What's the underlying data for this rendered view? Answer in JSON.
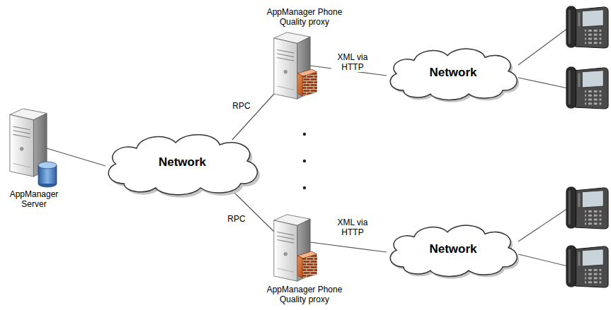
{
  "diagram": {
    "nodes": [
      {
        "text": [
          "AppManager Server"
        ]
      },
      {
        "text": [
          "Network"
        ]
      },
      {
        "text": [
          "AppManager Phone Quality proxy"
        ]
      },
      {
        "text": [
          "Network"
        ]
      },
      {
        "text": [
          "AppManager Phone Quality proxy"
        ]
      },
      {
        "text": [
          "Network"
        ]
      }
    ],
    "edges": [
      {
        "from": 0,
        "to": 1,
        "arrow": "none"
      },
      {
        "from": 1,
        "to": 2,
        "arrow": "none",
        "label": "RPC"
      },
      {
        "from": 2,
        "to": 3,
        "arrow": "none",
        "label": "XML via HTTP"
      },
      {
        "from": 1,
        "to": 4,
        "arrow": "none",
        "label": "RPC"
      },
      {
        "from": 4,
        "to": 5,
        "arrow": "none",
        "label": "XML via HTTP"
      }
    ]
  }
}
